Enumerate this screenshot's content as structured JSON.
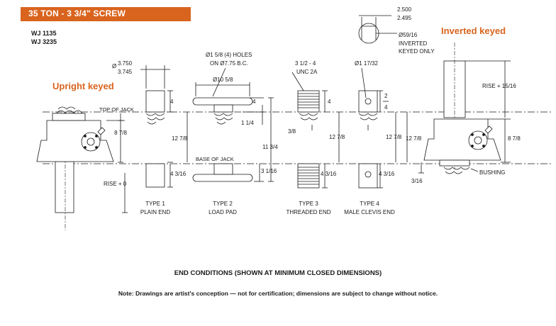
{
  "header": {
    "title": "35 TON - 3 3/4\" SCREW",
    "accent_color": "#d9641e",
    "models": [
      "WJ 1135",
      "WJ 3235"
    ]
  },
  "labels": {
    "upright_keyed": "Upright keyed",
    "inverted_keyed": "Inverted keyed",
    "top_of_jack": "TOP OF JACK",
    "base_of_jack": "BASE OF JACK",
    "rise_zero": "RISE + 0",
    "rise_inverted": "RISE + 15/16",
    "bushing": "BUSHING"
  },
  "dimensions": {
    "screw_dia_top": "3.750",
    "screw_dia_bottom": "3.745",
    "dia_symbol": "Ø",
    "holes": "Ø1 5/8 (4) HOLES",
    "bolt_circle": "ON Ø7.75 B.C.",
    "pad_dia": "Ø10 5/8",
    "thread": "3 1/2 - 4",
    "thread_class": "UNC 2A",
    "clevis_hole": "Ø1 17/32",
    "key_top": "2.500",
    "key_bottom": "2.495",
    "key_bore": "Ø59/16",
    "inverted_note_1": "INVERTED",
    "inverted_note_2": "KEYED ONLY",
    "d4": "4",
    "d1_1_4": "1 1/4",
    "d3_8": "3/8",
    "d2": "2",
    "d8_7_8": "8 7/8",
    "d12_7_8": "12 7/8",
    "d11_3_4": "11 3/4",
    "d4_3_16": "4 3/16",
    "d3_1_16": "3 1/16",
    "d3_16": "3/16"
  },
  "end_types": [
    {
      "type": "TYPE 1",
      "name": "PLAIN END"
    },
    {
      "type": "TYPE 2",
      "name": "LOAD PAD"
    },
    {
      "type": "TYPE 3",
      "name": "THREADED END"
    },
    {
      "type": "TYPE 4",
      "name": "MALE CLEVIS END"
    }
  ],
  "captions": {
    "main": "END CONDITIONS (SHOWN AT MINIMUM CLOSED DIMENSIONS)",
    "note": "Note: Drawings are artist's conception — not for certification; dimensions are subject to change without notice."
  }
}
